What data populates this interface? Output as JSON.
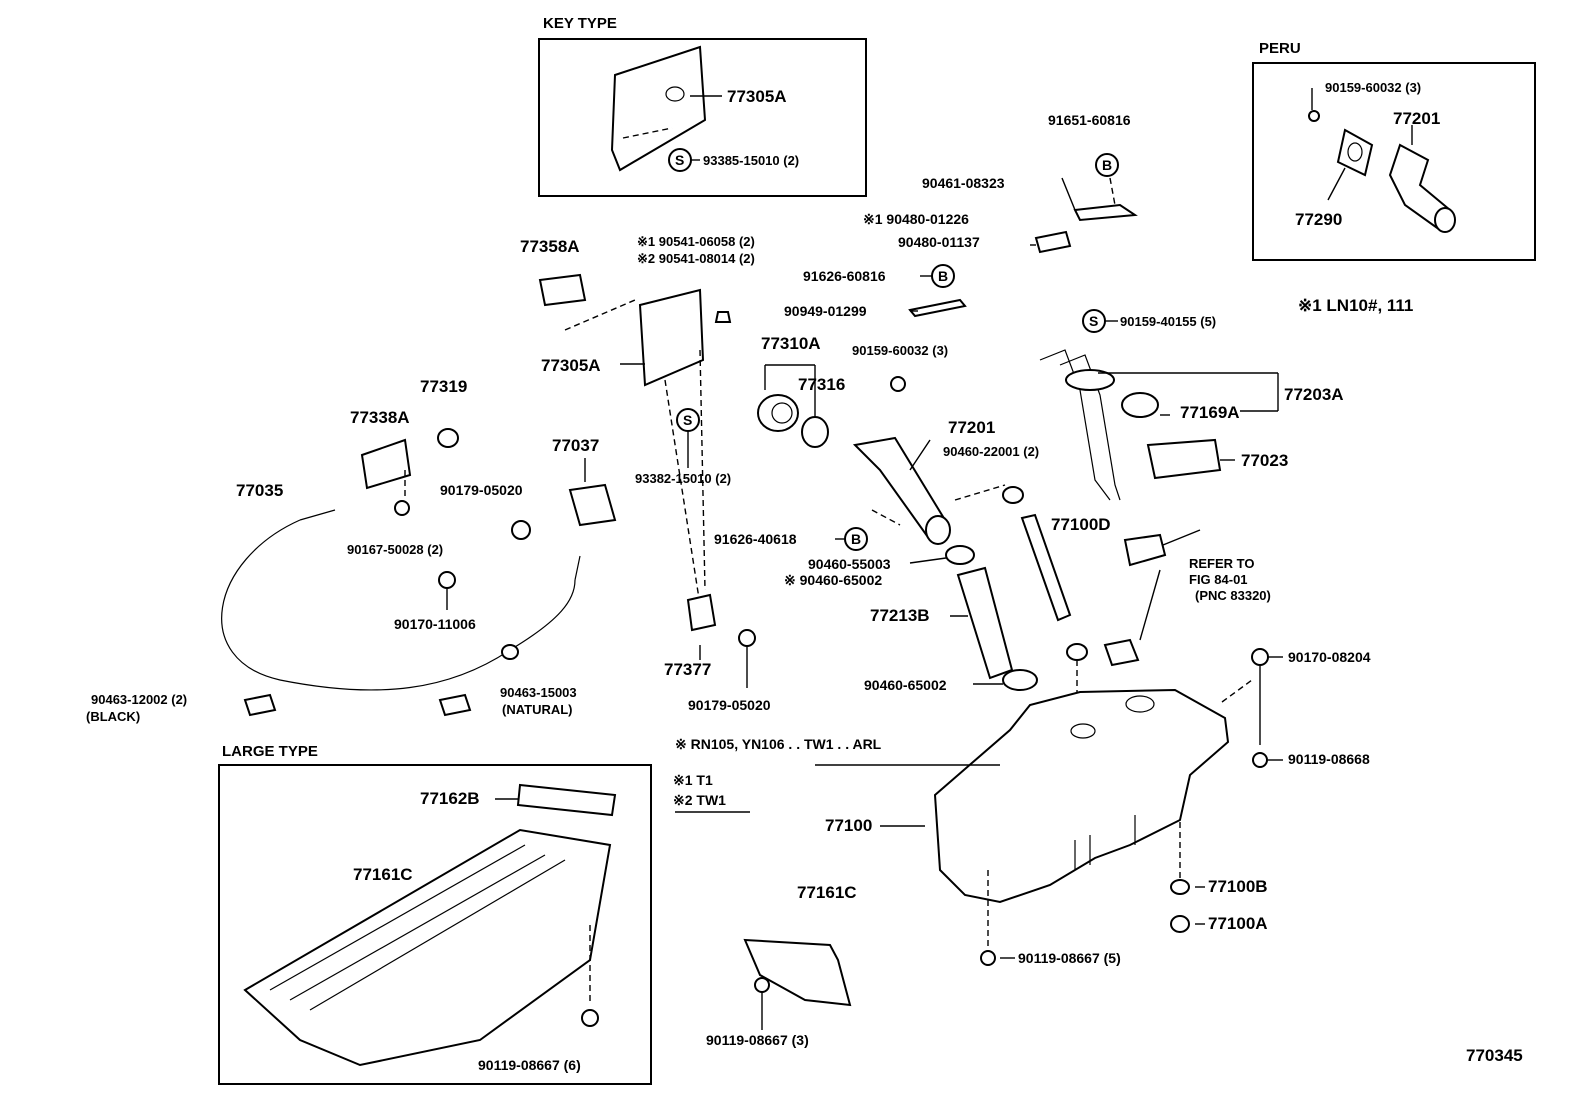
{
  "boxes": {
    "key_type": "KEY TYPE",
    "peru": "PERU",
    "large_type": "LARGE TYPE"
  },
  "labels": {
    "p77305A_key": "77305A",
    "p93385": "93385-15010 (2)",
    "p91651": "91651-60816",
    "p90461": "90461-08323",
    "p90480a": "※1 90480-01226",
    "p90480b": "90480-01137",
    "p90159_peru": "90159-60032 (3)",
    "p77201_peru": "77201",
    "p77290": "77290",
    "ln10": "※1   LN10#, 111",
    "p77358A": "77358A",
    "p90541a": "※1 90541-06058 (2)",
    "p90541b": "※2 90541-08014 (2)",
    "p91626_b1": "91626-60816",
    "p90949": "90949-01299",
    "p77310A": "77310A",
    "p90159_mid": "90159-60032 (3)",
    "p90159_40155": "90159-40155 (5)",
    "p77305A": "77305A",
    "p77316": "77316",
    "p77203A": "77203A",
    "p77169A": "77169A",
    "p77319": "77319",
    "p77338A": "77338A",
    "p77201": "77201",
    "p90460_22001": "90460-22001 (2)",
    "p77023": "77023",
    "p77037": "77037",
    "p77035": "77035",
    "p90179a": "90179-05020",
    "p93382": "93382-15010 (2)",
    "p90167": "90167-50028 (2)",
    "p91626_40618": "91626-40618",
    "p77100D": "77100D",
    "p90460_55003": "90460-55003",
    "p90460_65002_x": "※ 90460-65002",
    "refer1": "REFER TO",
    "refer2": "FIG 84-01",
    "refer3": "(PNC 83320)",
    "p90170_11006": "90170-11006",
    "p77213B": "77213B",
    "p77377": "77377",
    "p90170_08204": "90170-08204",
    "p90460_65002": "90460-65002",
    "p90463a": "90463-12002 (2)",
    "black": "(BLACK)",
    "p90463b": "90463-15003",
    "natural": "(NATURAL)",
    "p90179b": "90179-05020",
    "p90119_08668": "90119-08668",
    "note_rn": "※ RN105, YN106 . . TW1 . . ARL",
    "note1": "※1 T1",
    "note2": "※2 TW1",
    "p77162B": "77162B",
    "p77161C_large": "77161C",
    "p77100": "77100",
    "p77100B": "77100B",
    "p77100A": "77100A",
    "p77161C": "77161C",
    "p90119_08667_5": "90119-08667 (5)",
    "p90119_08667_3": "90119-08667 (3)",
    "p90119_08667_6": "90119-08667 (6)",
    "fig_no": "770345"
  },
  "symbols": {
    "s": "S",
    "b": "B"
  }
}
